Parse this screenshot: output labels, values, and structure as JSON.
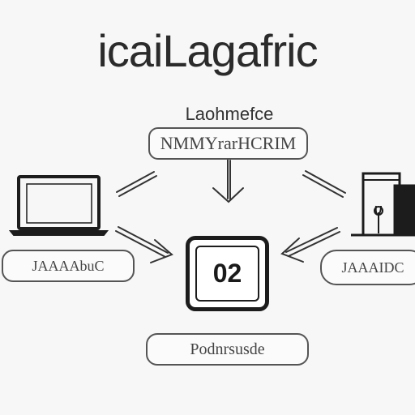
{
  "title": "icaiLagafric",
  "subtitle": "Laohmefce",
  "nodes": {
    "top_label": "NMMYrarHCRIM",
    "left_label": "JAAAAbuC",
    "right_label": "JAAAIDC",
    "center_value": "02",
    "bottom_label": "Podnrsusde"
  },
  "icons": {
    "left": "laptop-icon",
    "right": "computer-tower-icon",
    "arrow": "arrow-icon"
  }
}
